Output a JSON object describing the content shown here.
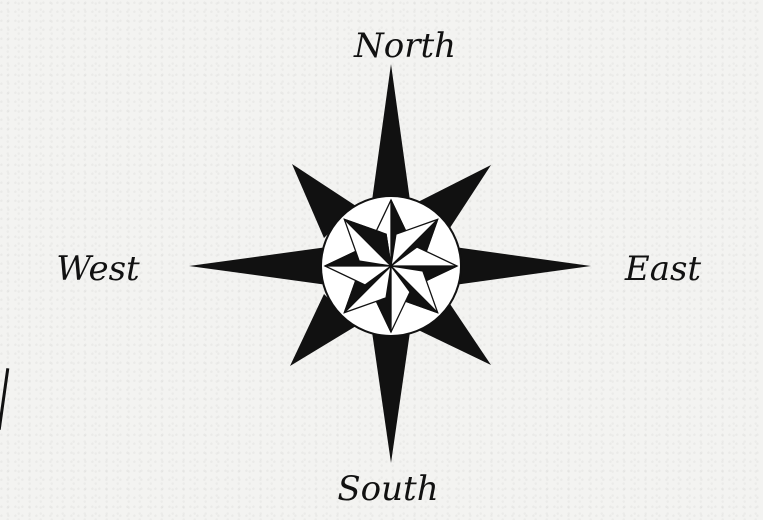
{
  "labels": {
    "north": "North",
    "south": "South",
    "east": "East",
    "west": "West"
  },
  "colors": {
    "ink": "#111111",
    "paper": "#f3f3f1",
    "inner_circle": "#ffffff"
  }
}
